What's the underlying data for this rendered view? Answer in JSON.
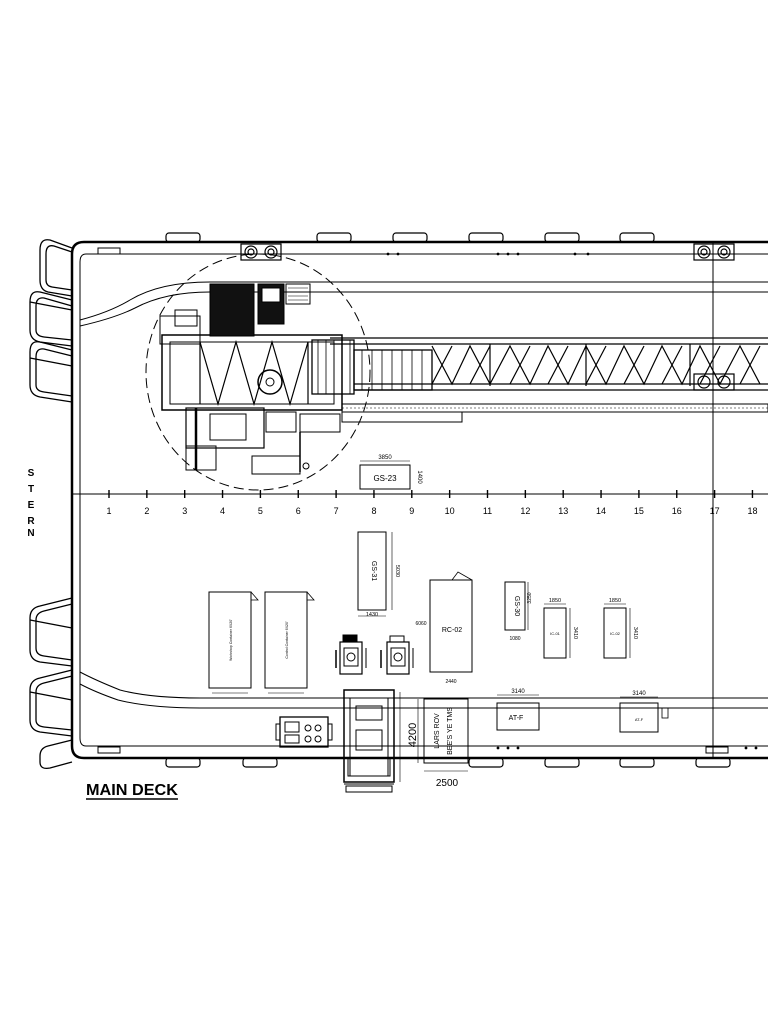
{
  "title": "MAIN DECK",
  "stern_letters": [
    "S",
    "T",
    "E",
    "R",
    "N"
  ],
  "frame_numbers": [
    "1",
    "2",
    "3",
    "4",
    "5",
    "6",
    "7",
    "8",
    "9",
    "10",
    "11",
    "12",
    "13",
    "14",
    "15",
    "16",
    "17",
    "18"
  ],
  "equipment": {
    "gs23": {
      "name": "GS-23",
      "dim_w": "3850",
      "dim_h": "1400"
    },
    "gs_upper": {
      "name": "GS-31",
      "dim_w": "1430",
      "dim_h": "5030"
    },
    "rc02": {
      "name": "RC-02",
      "dim_w": "2440",
      "dim_h": "6060"
    },
    "gs30": {
      "name": "GS-30",
      "dim_w": "1080",
      "dim_h": "3250"
    },
    "ic01": {
      "name": "IC-01",
      "dim_w": "1850",
      "dim_h": "3410"
    },
    "ic02": {
      "name": "IC-02",
      "dim_w": "1850",
      "dim_h": "3410"
    },
    "cont1": {
      "name": "Workshop Container 6X20'"
    },
    "cont2": {
      "name": "Control Container 6X20'"
    },
    "lars": {
      "name1": "LARS ROV",
      "name2": "BEE'S YE TMS",
      "dim_w": "2500",
      "dim_h": "4200"
    },
    "atf1": {
      "name": "AT-F",
      "dim_w": "3140"
    },
    "atf2": {
      "name": "AT-F",
      "dim_w": "3140"
    }
  }
}
